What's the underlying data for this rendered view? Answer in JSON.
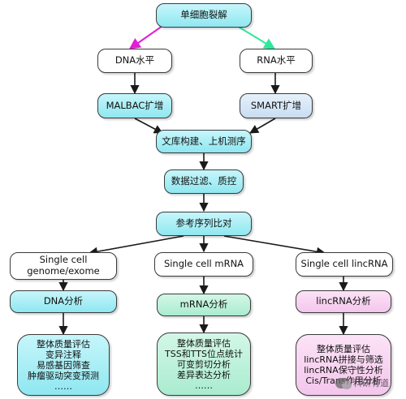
{
  "nodes": {
    "root": "单细胞裂解",
    "dna_level": "DNA水平",
    "rna_level": "RNA水平",
    "malbac": "MALBAC扩增",
    "smart": "SMART扩增",
    "library": "文库构建、上机测序",
    "filter": "数据过滤、质控",
    "align": "参考序列比对",
    "genome_exome": "Single cell\ngenome/exome",
    "mrna": "Single cell mRNA",
    "lincrna": "Single cell lincRNA",
    "dna_analysis": "DNA分析",
    "mrna_analysis": "mRNA分析",
    "lincrna_analysis": "lincRNA分析"
  },
  "lists": {
    "dna": [
      "整体质量评估",
      "变异注释",
      "易感基因筛查",
      "肿瘤驱动突变预测",
      "……"
    ],
    "mrna": [
      "整体质量评估",
      "TSS和TTS位点统计",
      "可变剪切分析",
      "差异表达分析",
      "……"
    ],
    "lincrna": [
      "整体质量评估",
      "lincRNA拼接与筛选",
      "lincRNA保守性分析",
      "Cis/Trans作用分析"
    ]
  },
  "watermark": "科研有道",
  "colors": {
    "arrow_magenta": "#e01fd6",
    "arrow_green": "#2ee89a",
    "arrow_black": "#1a1a1a",
    "cyan_box": "#a8eef5",
    "green_box": "#b8f0d8",
    "pink_box": "#f7d2f0",
    "lightblue_box": "#d5e6f6"
  }
}
